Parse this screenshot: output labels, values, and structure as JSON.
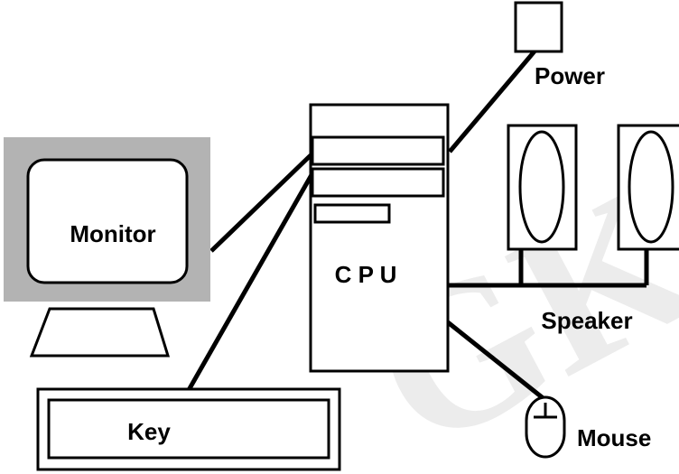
{
  "labels": {
    "monitor": "Monitor",
    "cpu": "C P U",
    "power": "Power",
    "speaker": "Speaker",
    "key": "Key",
    "mouse": "Mouse"
  },
  "watermark": "GK",
  "colors": {
    "line": "#000000",
    "monitor_bezel": "#b3b3b3",
    "background": "#ffffff",
    "watermark": "#ececec"
  }
}
